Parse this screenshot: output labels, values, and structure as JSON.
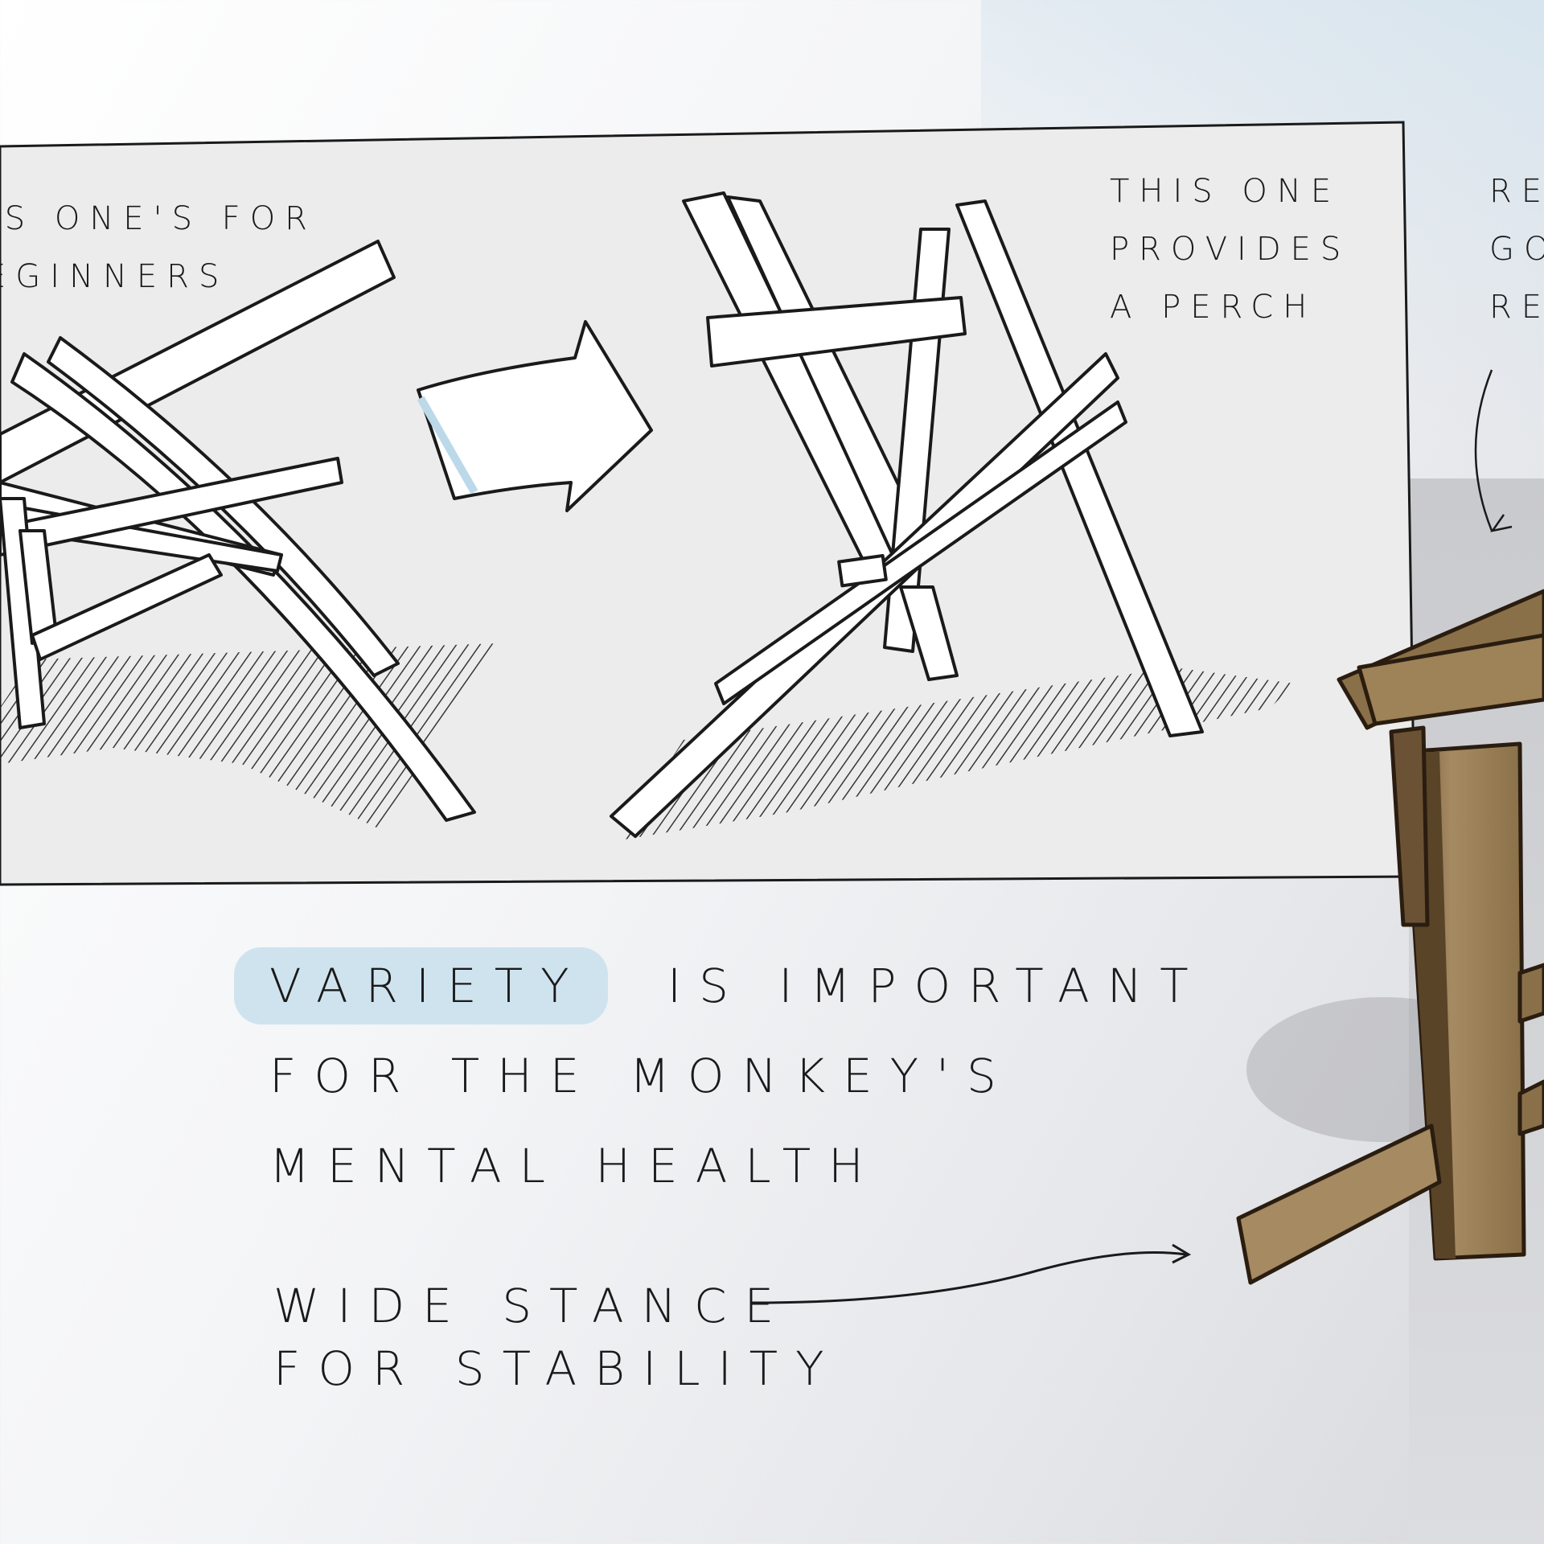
{
  "notes": {
    "beginners": [
      "IS ONE'S FOR",
      "EGINNERS"
    ],
    "perch": [
      "THIS ONE",
      "PROVIDES",
      "A PERCH"
    ],
    "right_partial": [
      "RE",
      "GO",
      "RE"
    ],
    "variety": {
      "highlight": "VARIETY",
      "line1_rest": "IS IMPORTANT",
      "line2": "FOR THE MONKEY'S",
      "line3": "MENTAL HEALTH"
    },
    "stance": [
      "WIDE STANCE",
      "FOR STABILITY"
    ]
  },
  "colors": {
    "panel_fill": "#ececed",
    "ink": "#1a1a1a",
    "highlight": "#cfe3ef",
    "wood_light": "#a58a62",
    "wood_dark": "#6b5234"
  }
}
